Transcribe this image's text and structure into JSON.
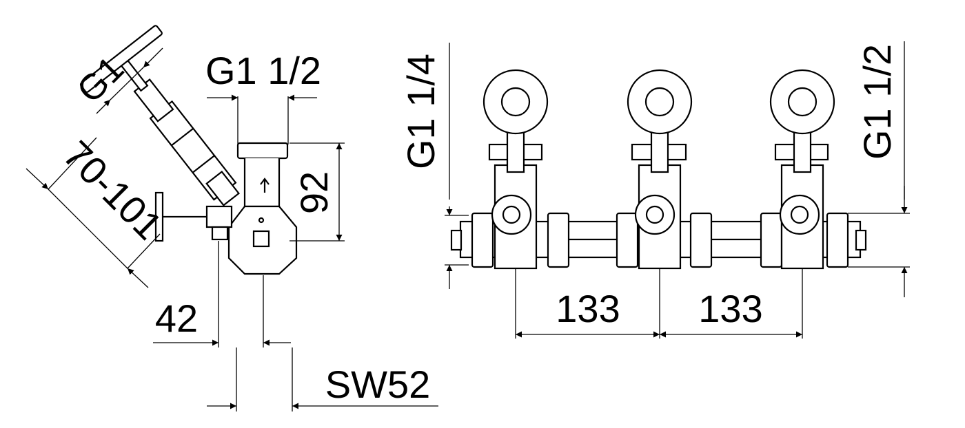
{
  "labels": {
    "g1": "G1",
    "g1_half_top": "G1 1/2",
    "dim_70_101": "70-101",
    "dim_92": "92",
    "dim_42": "42",
    "sw52": "SW52",
    "g1_quarter": "G1 1/4",
    "g1_half_right": "G1 1/2",
    "dim_133_a": "133",
    "dim_133_b": "133"
  },
  "colors": {
    "ink": "#000000",
    "paper": "#ffffff"
  }
}
